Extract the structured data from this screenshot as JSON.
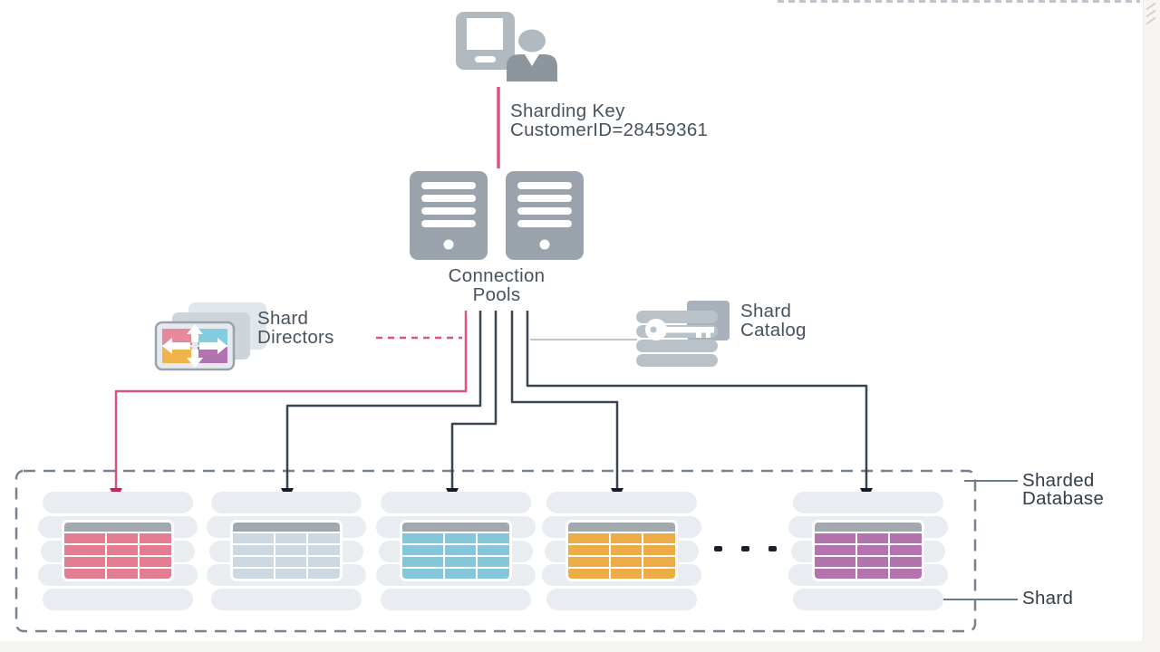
{
  "diagram": {
    "client_connector": {
      "line1": "Sharding Key",
      "line2": "CustomerID=28459361"
    },
    "connection_pools": {
      "line1": "Connection",
      "line2": "Pools",
      "server_count": 2
    },
    "shard_directors": {
      "line1": "Shard",
      "line2": "Directors"
    },
    "shard_catalog": {
      "line1": "Shard",
      "line2": "Catalog"
    },
    "sharded_database": {
      "line1": "Sharded",
      "line2": "Database"
    },
    "shard_callout": "Shard",
    "ellipsis": "...",
    "icons": {
      "client": "tablet-user-icon",
      "connection_pool": "server-icon",
      "shard_directors": "route-cards-icon",
      "shard_catalog": "database-key-icon",
      "shard": "database-stack-table-icon"
    },
    "shards": [
      {
        "name": "shard-1",
        "table_color": "#e27d92"
      },
      {
        "name": "shard-2",
        "table_color": "#ccd8e2"
      },
      {
        "name": "shard-3",
        "table_color": "#84c7da"
      },
      {
        "name": "shard-4",
        "table_color": "#eeac46"
      },
      {
        "name": "shard-5",
        "table_color": "#b473af"
      }
    ],
    "colors": {
      "accent_pink": "#e0527e",
      "arrow_dark": "#3a4553",
      "icon_gray": "#9aa3ac",
      "icon_gray_light": "#bac2c9",
      "stack_fill": "#e9edf2",
      "table_header": "#a1a9af",
      "label_text": "#46535f",
      "callout_text": "#333d48",
      "dashed_border": "#76828f"
    }
  }
}
